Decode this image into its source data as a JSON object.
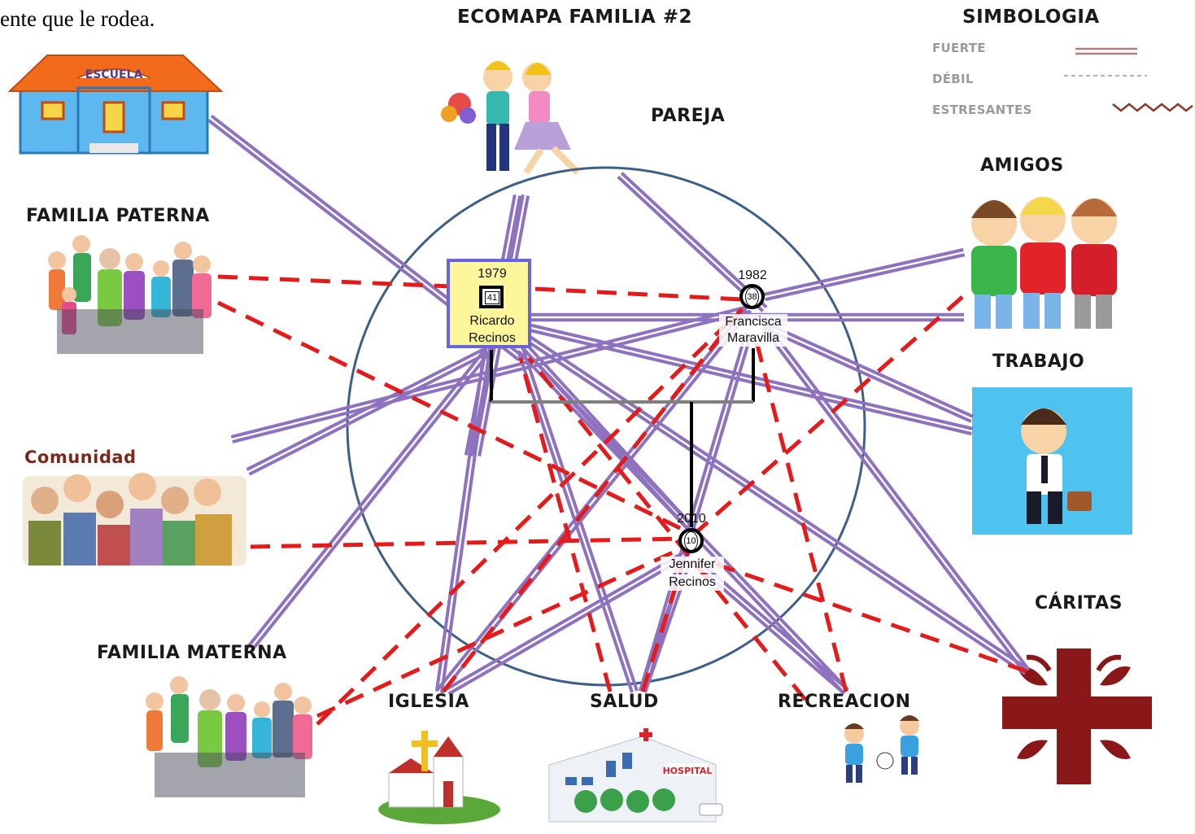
{
  "intro_text": "ente que le rodea.",
  "title": "ECOMAPA FAMILIA #2",
  "legend": {
    "title": "SIMBOLOGIA",
    "items": [
      {
        "label": "FUERTE",
        "style": "strong"
      },
      {
        "label": "DÉBIL",
        "style": "weak"
      },
      {
        "label": "ESTRESANTES",
        "style": "stressful"
      }
    ]
  },
  "family": {
    "father": {
      "year": "1979",
      "age": "41",
      "name_line1": "Ricardo",
      "name_line2": "Recinos"
    },
    "mother": {
      "year": "1982",
      "age": "38",
      "name_line1": "Francisca",
      "name_line2": "Maravilla"
    },
    "child": {
      "year": "2010",
      "age": "10",
      "name_line1": "Jennifer",
      "name_line2": "Recinos"
    }
  },
  "systems": {
    "pareja": "PAREJA",
    "familia_paterna": "FAMILIA PATERNA",
    "comunidad": "Comunidad",
    "familia_materna": "FAMILIA MATERNA",
    "iglesia": "IGLESIA",
    "salud": "SALUD",
    "recreacion": "RECREACION",
    "amigos": "AMIGOS",
    "trabajo": "TRABAJO",
    "caritas": "CÁRITAS",
    "escuela_sign": "ESCUELA",
    "hospital_sign": "HOSPITAL"
  },
  "colors": {
    "strong": "#8e72bf",
    "weak": "#e31b1b",
    "stressful": "#8a3a2a",
    "circle": "#3e6088",
    "ricardo_fill": "#fdf69a",
    "ricardo_border": "#6a63e0",
    "caritas": "#8b1818",
    "trabajo_bg": "#4fc3f0"
  }
}
